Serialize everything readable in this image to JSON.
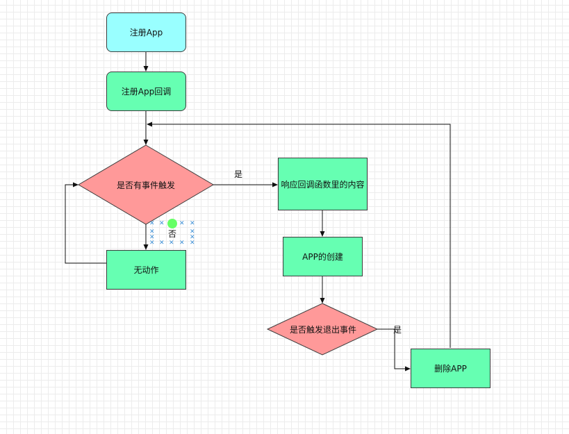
{
  "colors": {
    "start": "#99ffff",
    "process": "#66ffb2",
    "decision": "#ff9999",
    "stroke": "#3c3c3c",
    "selection_dot": "#66ff66",
    "selection_handle": "#3b8fd6"
  },
  "nodes": {
    "register_app": "注册App",
    "register_callback": "注册App回调",
    "has_event": "是否有事件触发",
    "respond_callback": "响应回调函数里的内容",
    "create_app": "APP的创建",
    "no_action": "无动作",
    "exit_event": "是否触发退出事件",
    "delete_app": "删除APP"
  },
  "edge_labels": {
    "has_event_yes": "是",
    "has_event_no": "否",
    "exit_event_yes": "是"
  }
}
